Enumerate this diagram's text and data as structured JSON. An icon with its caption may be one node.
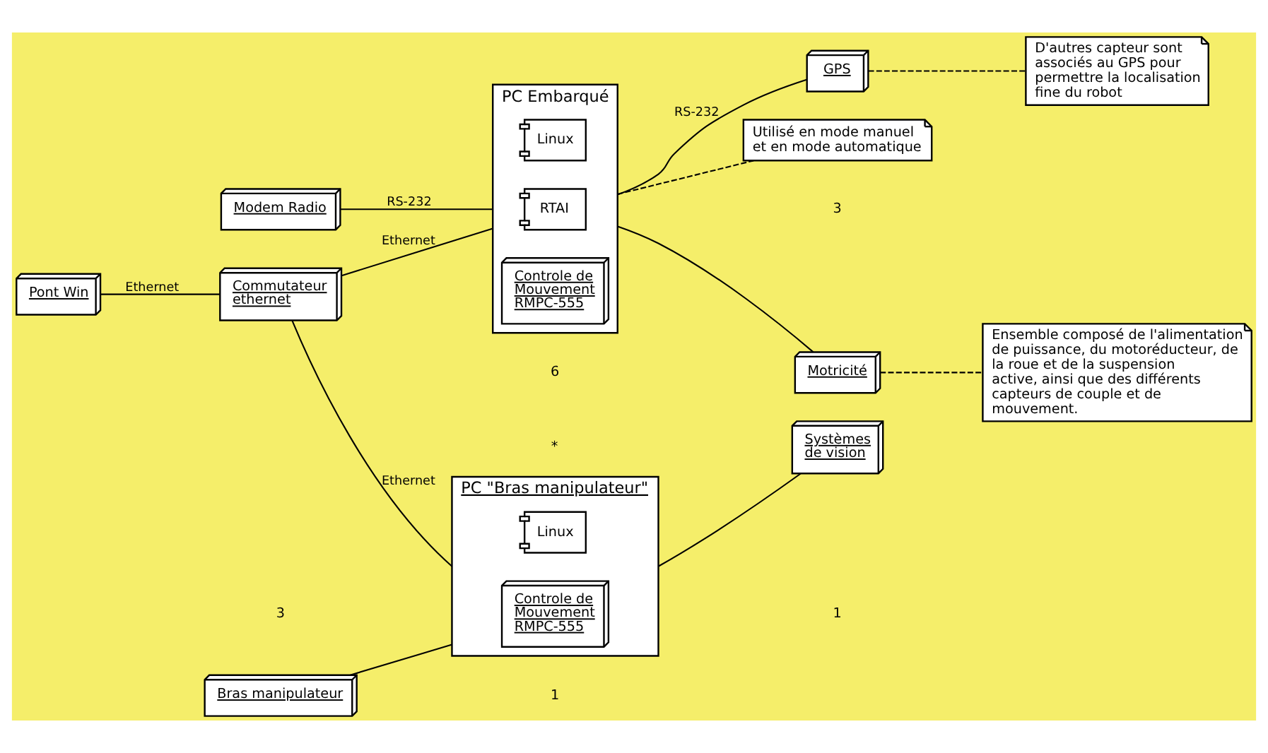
{
  "diagram": {
    "nodes": [
      {
        "text": [
          "PC Embarqué"
        ]
      },
      {
        "text": [
          "Linux"
        ],
        "in": 0
      },
      {
        "text": [
          "RTAI"
        ],
        "in": 0
      },
      {
        "text": [
          "Controle de Mouvement RMPC-555"
        ],
        "in": 0
      },
      {
        "text": [
          "Modem Radio"
        ]
      },
      {
        "text": [
          "Pont Win"
        ]
      },
      {
        "text": [
          "Commutateur ethernet"
        ]
      },
      {
        "text": [
          "GPS"
        ]
      },
      {
        "text": [
          "D'autres capteur sont associés au GPS pour permettre la localisation fine du robot"
        ]
      },
      {
        "text": [
          "Motricité"
        ]
      },
      {
        "text": [
          "Ensemble composé de l'alimentation de puissance, du motoréducteur, de la roue et de la suspension active, ainsi que des différents capteurs de couple et de mouvement."
        ]
      },
      {
        "text": [
          "Utilisé en mode manuel et en mode automatique"
        ]
      },
      {
        "text": [
          "PC \"Bras manipulateur\""
        ]
      },
      {
        "text": [
          "Linux"
        ],
        "in": 12
      },
      {
        "text": [
          "Controle de Mouvement RMPC-555"
        ],
        "in": 12
      },
      {
        "text": [
          "Systèmes de vision"
        ]
      },
      {
        "text": [
          "Bras manipulateur"
        ]
      }
    ],
    "edges": [
      {
        "from": 4,
        "to": 0,
        "arrow": "none",
        "label": "RS-232"
      },
      {
        "from": 5,
        "to": 6,
        "arrow": "none",
        "label": "Ethernet"
      },
      {
        "from": 6,
        "to": 0,
        "arrow": "none",
        "label": "Ethernet"
      },
      {
        "from": 6,
        "to": 12,
        "arrow": "none",
        "label": "Ethernet"
      },
      {
        "from": 0,
        "to": 7,
        "arrow": "none",
        "label": "RS-232"
      },
      {
        "from": 7,
        "to": 8,
        "arrow": "none",
        "style": "dashed"
      },
      {
        "from": 0,
        "to": 9,
        "arrow": "none"
      },
      {
        "from": 9,
        "to": 10,
        "arrow": "none",
        "style": "dashed"
      },
      {
        "from": 0,
        "to": 11,
        "arrow": "none",
        "style": "dashed"
      },
      {
        "from": 12,
        "to": 15,
        "arrow": "none"
      },
      {
        "from": 16,
        "to": 12,
        "arrow": "none"
      }
    ],
    "labels": [
      "3",
      "6",
      "1",
      "*",
      "1",
      "3"
    ]
  }
}
